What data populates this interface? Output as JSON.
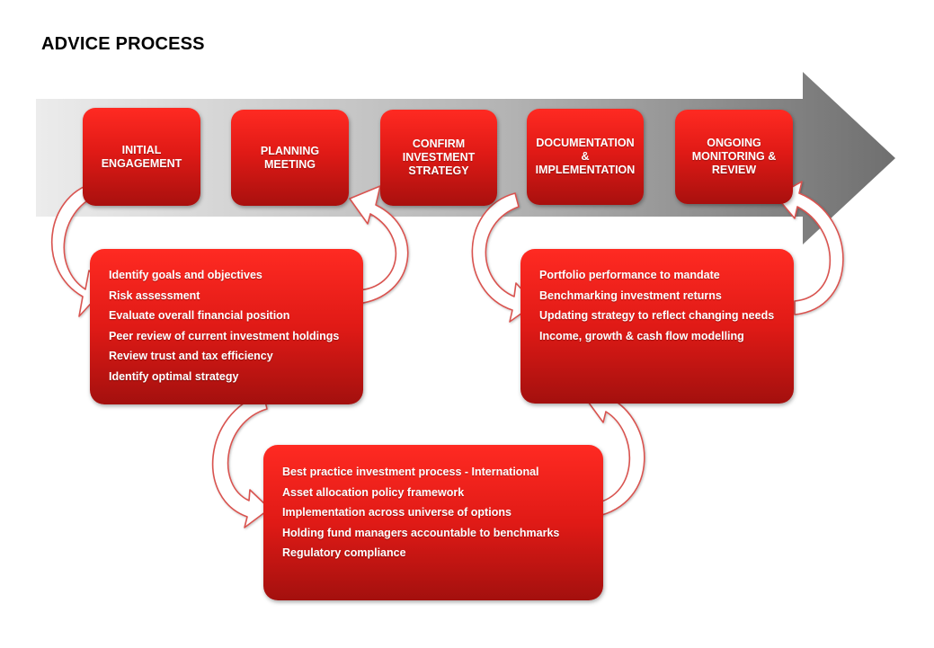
{
  "title": "ADVICE PROCESS",
  "steps": [
    {
      "label": "INITIAL\nENGAGEMENT"
    },
    {
      "label": "PLANNING\nMEETING"
    },
    {
      "label": "CONFIRM\nINVESTMENT\nSTRATEGY"
    },
    {
      "label": "DOCUMENTATION\n&\nIMPLEMENTATION"
    },
    {
      "label": "ONGOING\nMONITORING &\nREVIEW"
    }
  ],
  "boxes": {
    "planning": {
      "items": [
        "Identify goals and objectives",
        "Risk assessment",
        "Evaluate overall financial position",
        "Peer review of current investment holdings",
        "Review trust and tax efficiency",
        "Identify optimal strategy"
      ]
    },
    "strategy": {
      "items": [
        "Best practice investment process - International",
        "Asset allocation policy framework",
        "Implementation across universe of options",
        "Holding fund managers accountable to benchmarks",
        "Regulatory compliance"
      ]
    },
    "monitoring": {
      "items": [
        "Portfolio performance to mandate",
        "Benchmarking investment returns",
        "Updating strategy to reflect changing needs",
        "Income, growth & cash flow modelling"
      ]
    }
  },
  "colors": {
    "accent_red": "#e01a16",
    "arrow_dark": "#7a7a7a",
    "arrow_light": "#e8e8e8",
    "curve_stroke": "#d9534f"
  }
}
